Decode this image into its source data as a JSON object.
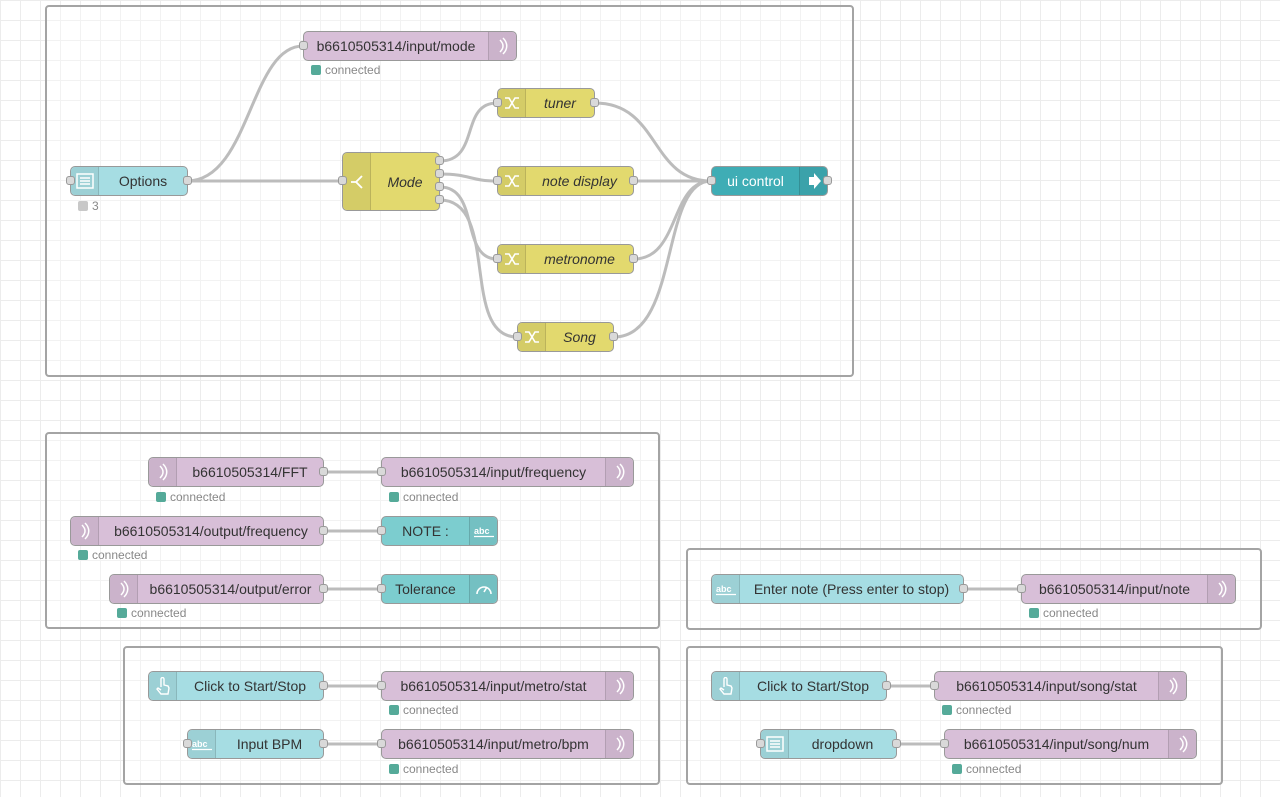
{
  "nodes": {
    "options": {
      "label": "Options",
      "status": "3"
    },
    "mode": {
      "label": "Mode"
    },
    "tuner": {
      "label": "tuner"
    },
    "note_display": {
      "label": "note display"
    },
    "metronome": {
      "label": "metronome"
    },
    "song": {
      "label": "Song"
    },
    "ui_control": {
      "label": "ui control"
    },
    "mqtt_input_mode": {
      "label": "b6610505314/input/mode",
      "status": "connected"
    },
    "mqtt_fft": {
      "label": "b6610505314/FFT",
      "status": "connected"
    },
    "mqtt_input_frequency": {
      "label": "b6610505314/input/frequency",
      "status": "connected"
    },
    "mqtt_output_frequency": {
      "label": "b6610505314/output/frequency",
      "status": "connected"
    },
    "note_text": {
      "label": "NOTE :"
    },
    "mqtt_output_error": {
      "label": "b6610505314/output/error",
      "status": "connected"
    },
    "tolerance": {
      "label": "Tolerance"
    },
    "enter_note": {
      "label": "Enter note (Press enter to stop)"
    },
    "mqtt_input_note": {
      "label": "b6610505314/input/note",
      "status": "connected"
    },
    "metro_button": {
      "label": "Click to Start/Stop"
    },
    "mqtt_metro_stat": {
      "label": "b6610505314/input/metro/stat",
      "status": "connected"
    },
    "input_bpm": {
      "label": "Input BPM"
    },
    "mqtt_metro_bpm": {
      "label": "b6610505314/input/metro/bpm",
      "status": "connected"
    },
    "song_button": {
      "label": "Click to Start/Stop"
    },
    "mqtt_song_stat": {
      "label": "b6610505314/input/song/stat",
      "status": "connected"
    },
    "dropdown": {
      "label": "dropdown"
    },
    "mqtt_song_num": {
      "label": "b6610505314/input/song/num",
      "status": "connected"
    }
  },
  "colors": {
    "mqtt": "#d8bfd8",
    "dashboard": "#a6dde3",
    "function": "#e2d96e",
    "ui_control": "#3fadb5",
    "status_connected": "#55aa99",
    "wire": "#999999"
  },
  "icons": {
    "mqtt": "antenna-icon",
    "dropdown": "list-icon",
    "switch": "switch-icon",
    "change": "shuffle-icon",
    "ui_control": "arrow-right-icon",
    "text": "abc-icon",
    "gauge": "gauge-icon",
    "button": "hand-pointer-icon"
  }
}
